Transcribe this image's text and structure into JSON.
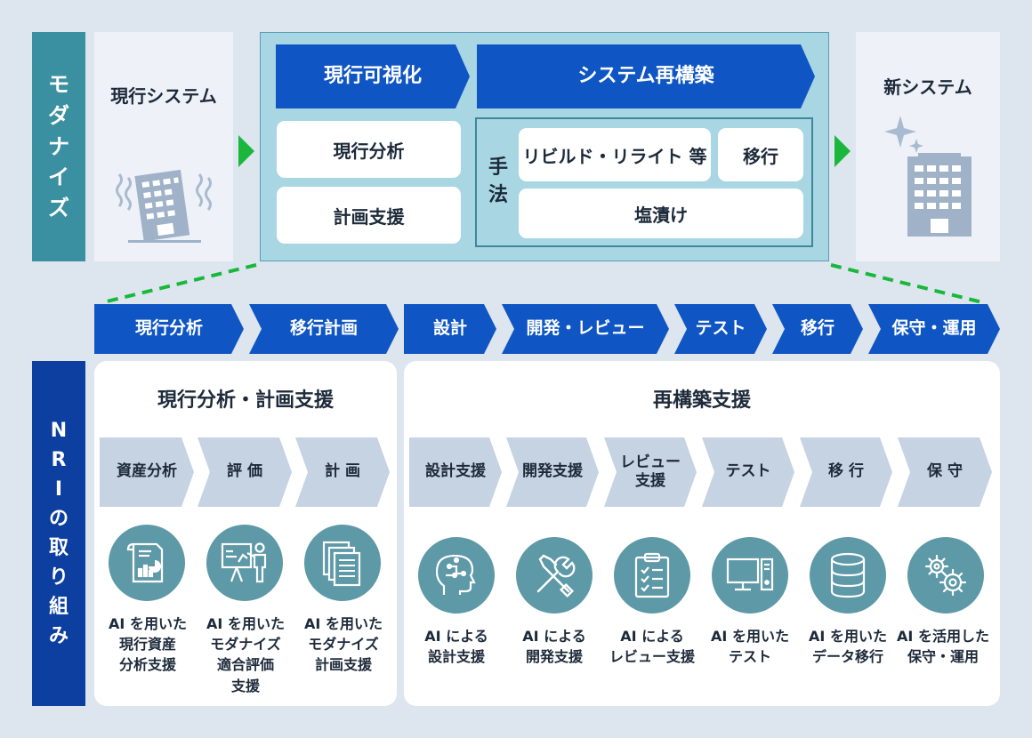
{
  "modernize": {
    "side_label": "モダナイズ",
    "current_system": "現行システム",
    "new_system": "新システム",
    "visualize_header": "現行可視化",
    "rebuild_header": "システム再構築",
    "current_analysis": "現行分析",
    "plan_support": "計画支援",
    "method_label": "手法",
    "rebuild_rewrite": "リビルド・リライト 等",
    "migration": "移行",
    "pickling": "塩漬け"
  },
  "phases": [
    "現行分析",
    "移行計画",
    "設計",
    "開発・レビュー",
    "テスト",
    "移行",
    "保守・運用"
  ],
  "nri": {
    "side_label": "NRIの取り組み",
    "left_panel": {
      "title": "現行分析・計画支援",
      "steps": [
        "資産分析",
        "評 価",
        "計 画"
      ],
      "items": [
        {
          "icon": "document-chart-icon",
          "caption": "AI を用いた\n現行資産\n分析支援"
        },
        {
          "icon": "presenter-board-icon",
          "caption": "AI を用いた\nモダナイズ\n適合評価\n支援"
        },
        {
          "icon": "stacked-documents-icon",
          "caption": "AI を用いた\nモダナイズ\n計画支援"
        }
      ]
    },
    "right_panel": {
      "title": "再構築支援",
      "steps": [
        "設計支援",
        "開発支援",
        "レビュー\n支援",
        "テスト",
        "移 行",
        "保 守"
      ],
      "items": [
        {
          "icon": "ai-head-icon",
          "caption": "AI による\n設計支援"
        },
        {
          "icon": "tools-icon",
          "caption": "AI による\n開発支援"
        },
        {
          "icon": "checklist-icon",
          "caption": "AI による\nレビュー支援"
        },
        {
          "icon": "computer-icon",
          "caption": "AI を用いた\nテスト"
        },
        {
          "icon": "database-icon",
          "caption": "AI を用いた\nデータ移行"
        },
        {
          "icon": "gears-icon",
          "caption": "AI を活用した\n保守・運用"
        }
      ]
    }
  },
  "colors": {
    "dark_blue": "#0f56c4",
    "teal": "#3a8fa0",
    "navy": "#0d3fa0",
    "light_chevron": "#c6d3e2",
    "icon_circle": "#5e99a8",
    "arrow_green": "#19b83c"
  }
}
